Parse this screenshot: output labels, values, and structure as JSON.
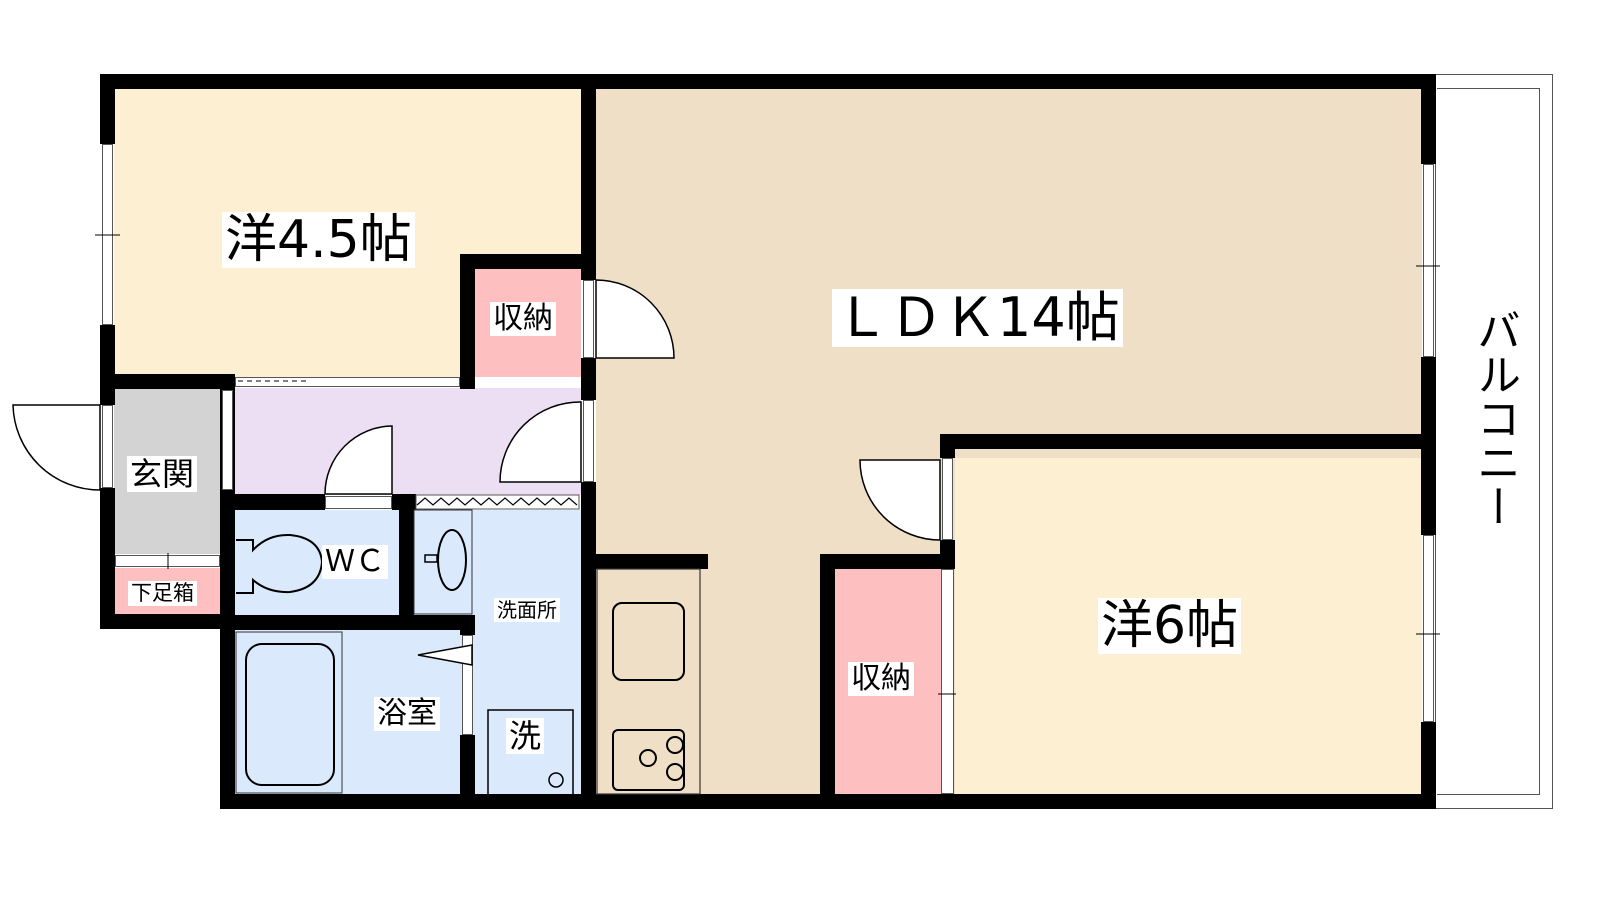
{
  "colors": {
    "western_room": "#fdf0d2",
    "ldk": "#eedfc6",
    "storage": "#fdbfbf",
    "hallway": "#ecdff4",
    "entrance": "#d3d3d3",
    "wet_area": "#dae9fb",
    "wall": "#000000",
    "balcony": "#ffffff"
  },
  "rooms": {
    "western_45": {
      "label": "洋4.5帖"
    },
    "storage_1": {
      "label": "収納"
    },
    "ldk": {
      "label": "ＬＤＫ14帖"
    },
    "western_6": {
      "label": "洋6帖"
    },
    "storage_2": {
      "label": "収納"
    },
    "entrance": {
      "label": "玄関"
    },
    "shoe_box": {
      "label": "下足箱"
    },
    "wc": {
      "label": "ＷＣ"
    },
    "washroom": {
      "label": "洗面所"
    },
    "bathroom": {
      "label": "浴室"
    },
    "washer": {
      "label": "洗"
    },
    "balcony": {
      "label": "バルコニー"
    }
  }
}
